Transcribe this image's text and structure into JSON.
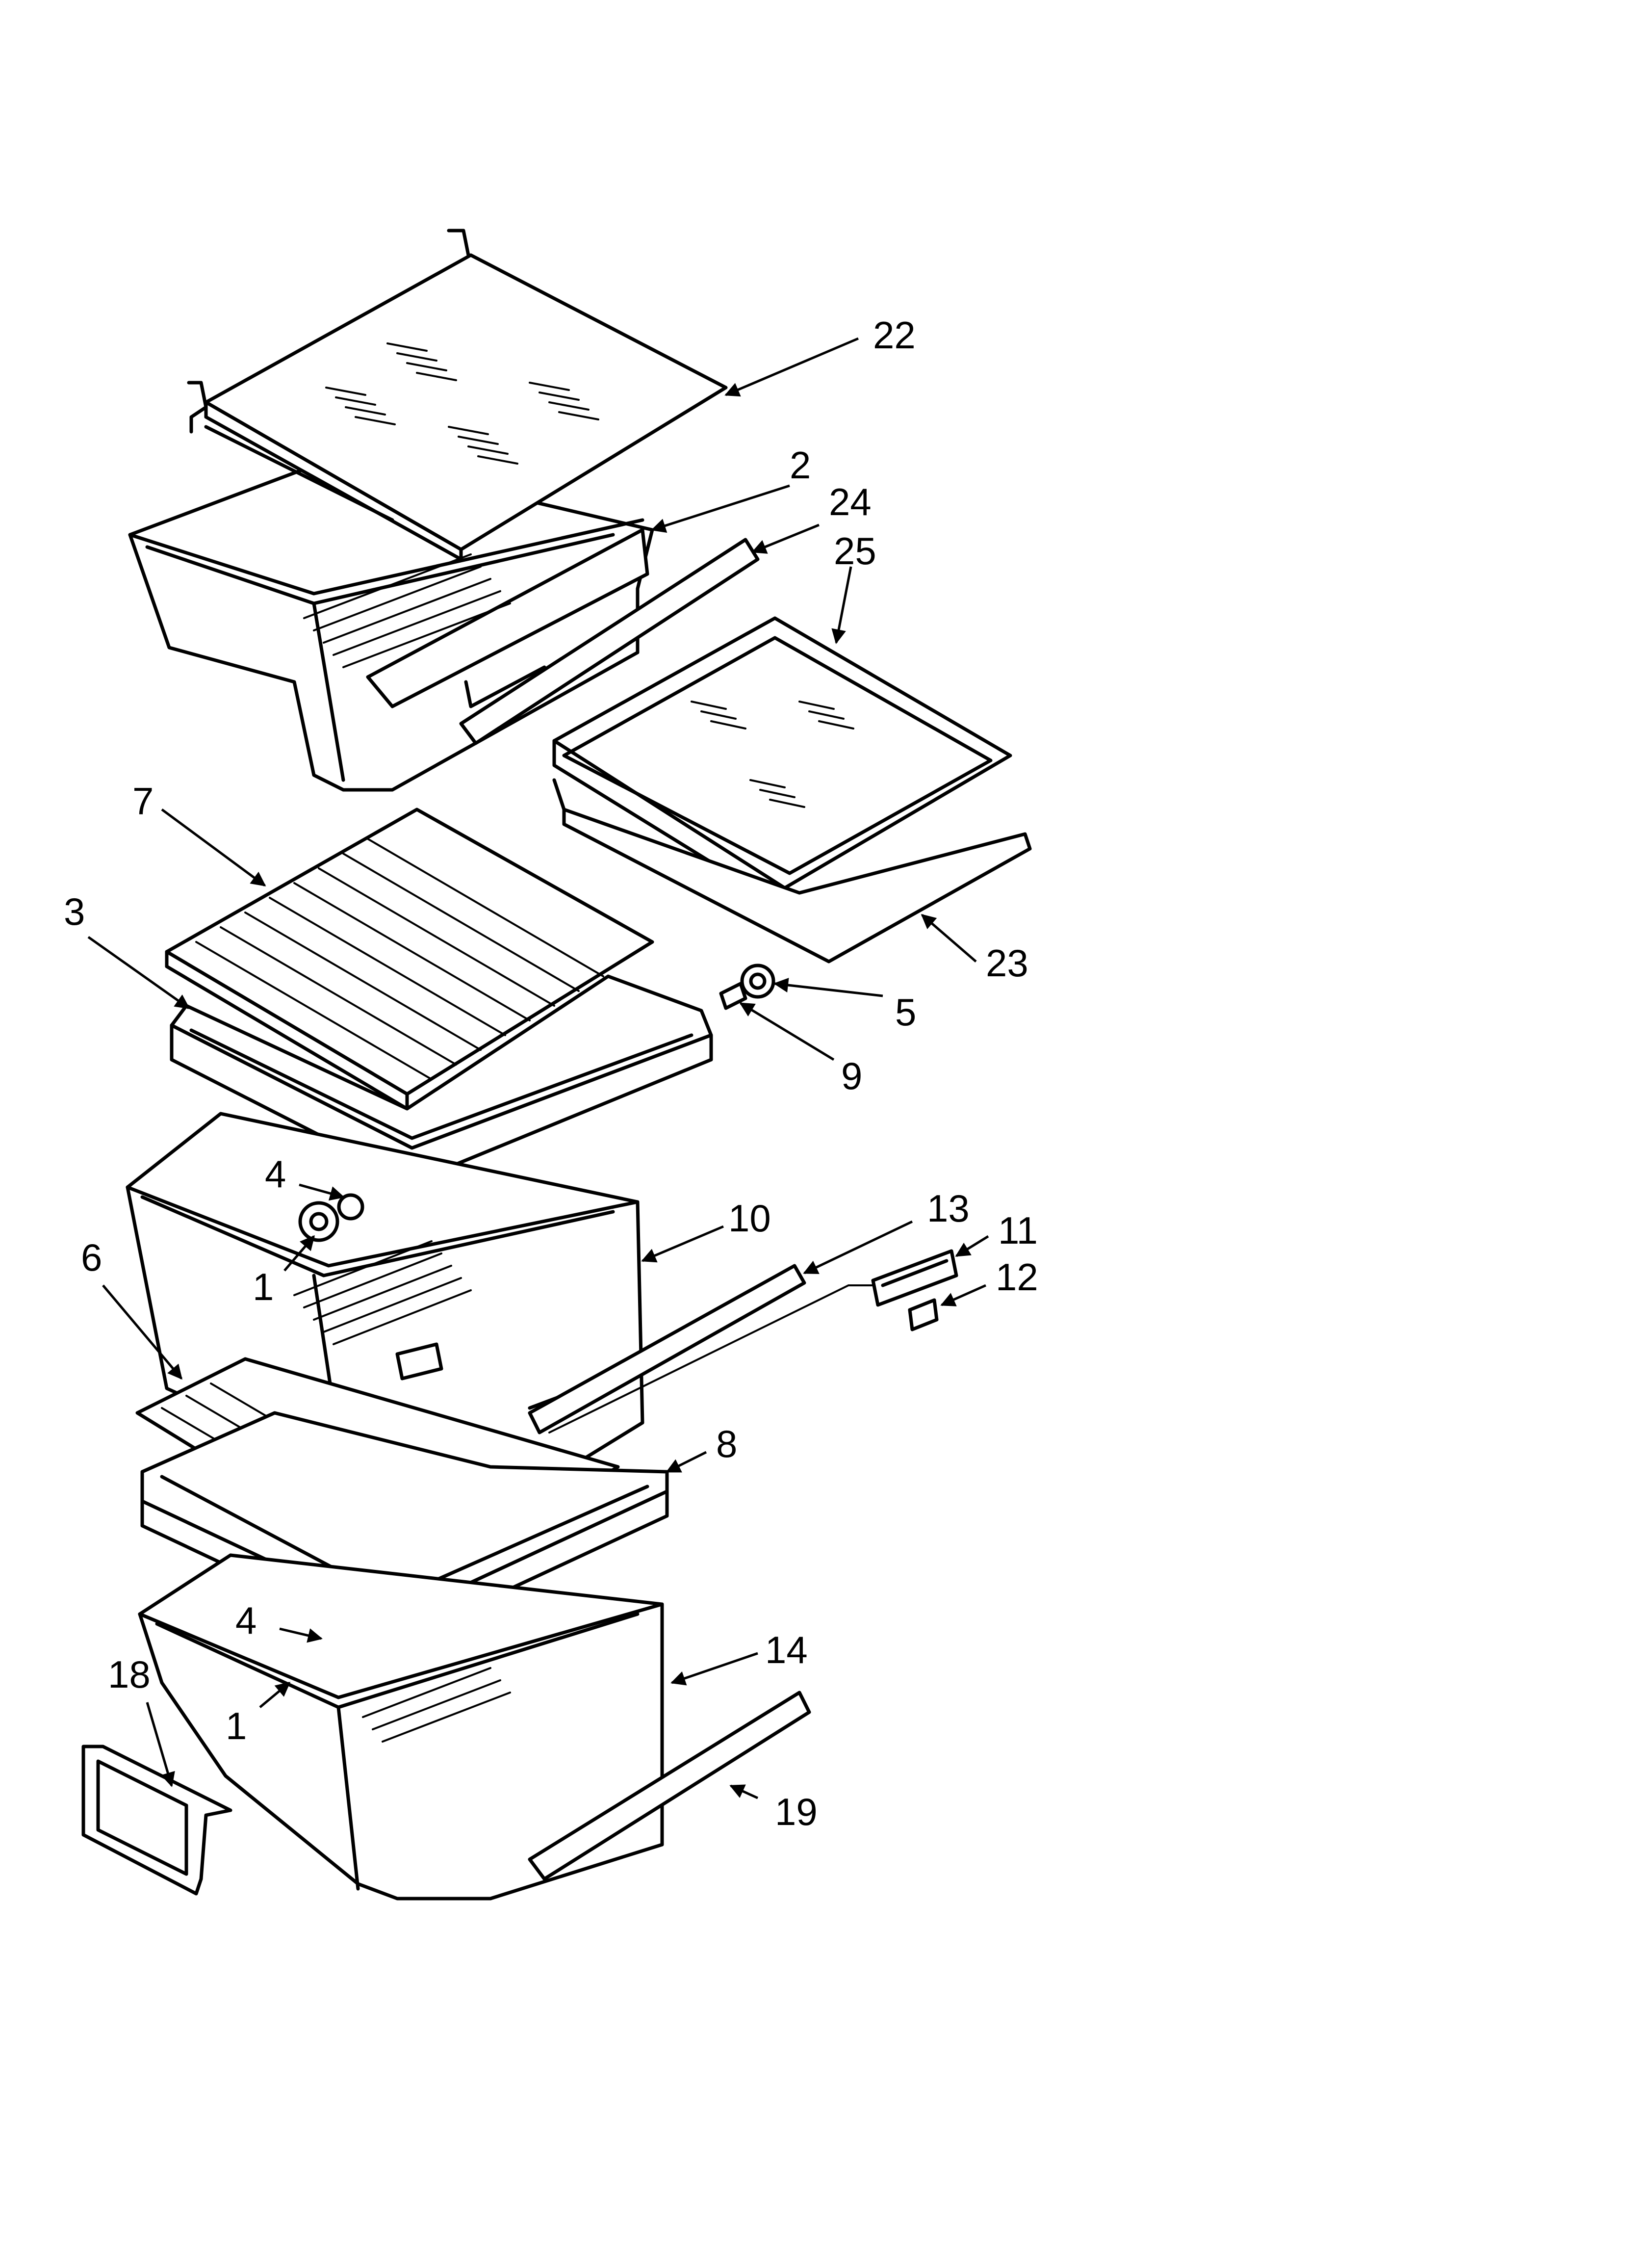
{
  "diagram": {
    "part_numbers": {
      "p22": "22",
      "p2": "2",
      "p24": "24",
      "p25": "25",
      "p7": "7",
      "p3": "3",
      "p23": "23",
      "p5": "5",
      "p9": "9",
      "p4a": "4",
      "p10": "10",
      "p13": "13",
      "p11": "11",
      "p12": "12",
      "p1a": "1",
      "p6": "6",
      "p8": "8",
      "p4b": "4",
      "p14": "14",
      "p18": "18",
      "p1b": "1",
      "p19": "19"
    }
  },
  "colors": {
    "line": "#000000",
    "background": "#ffffff"
  }
}
